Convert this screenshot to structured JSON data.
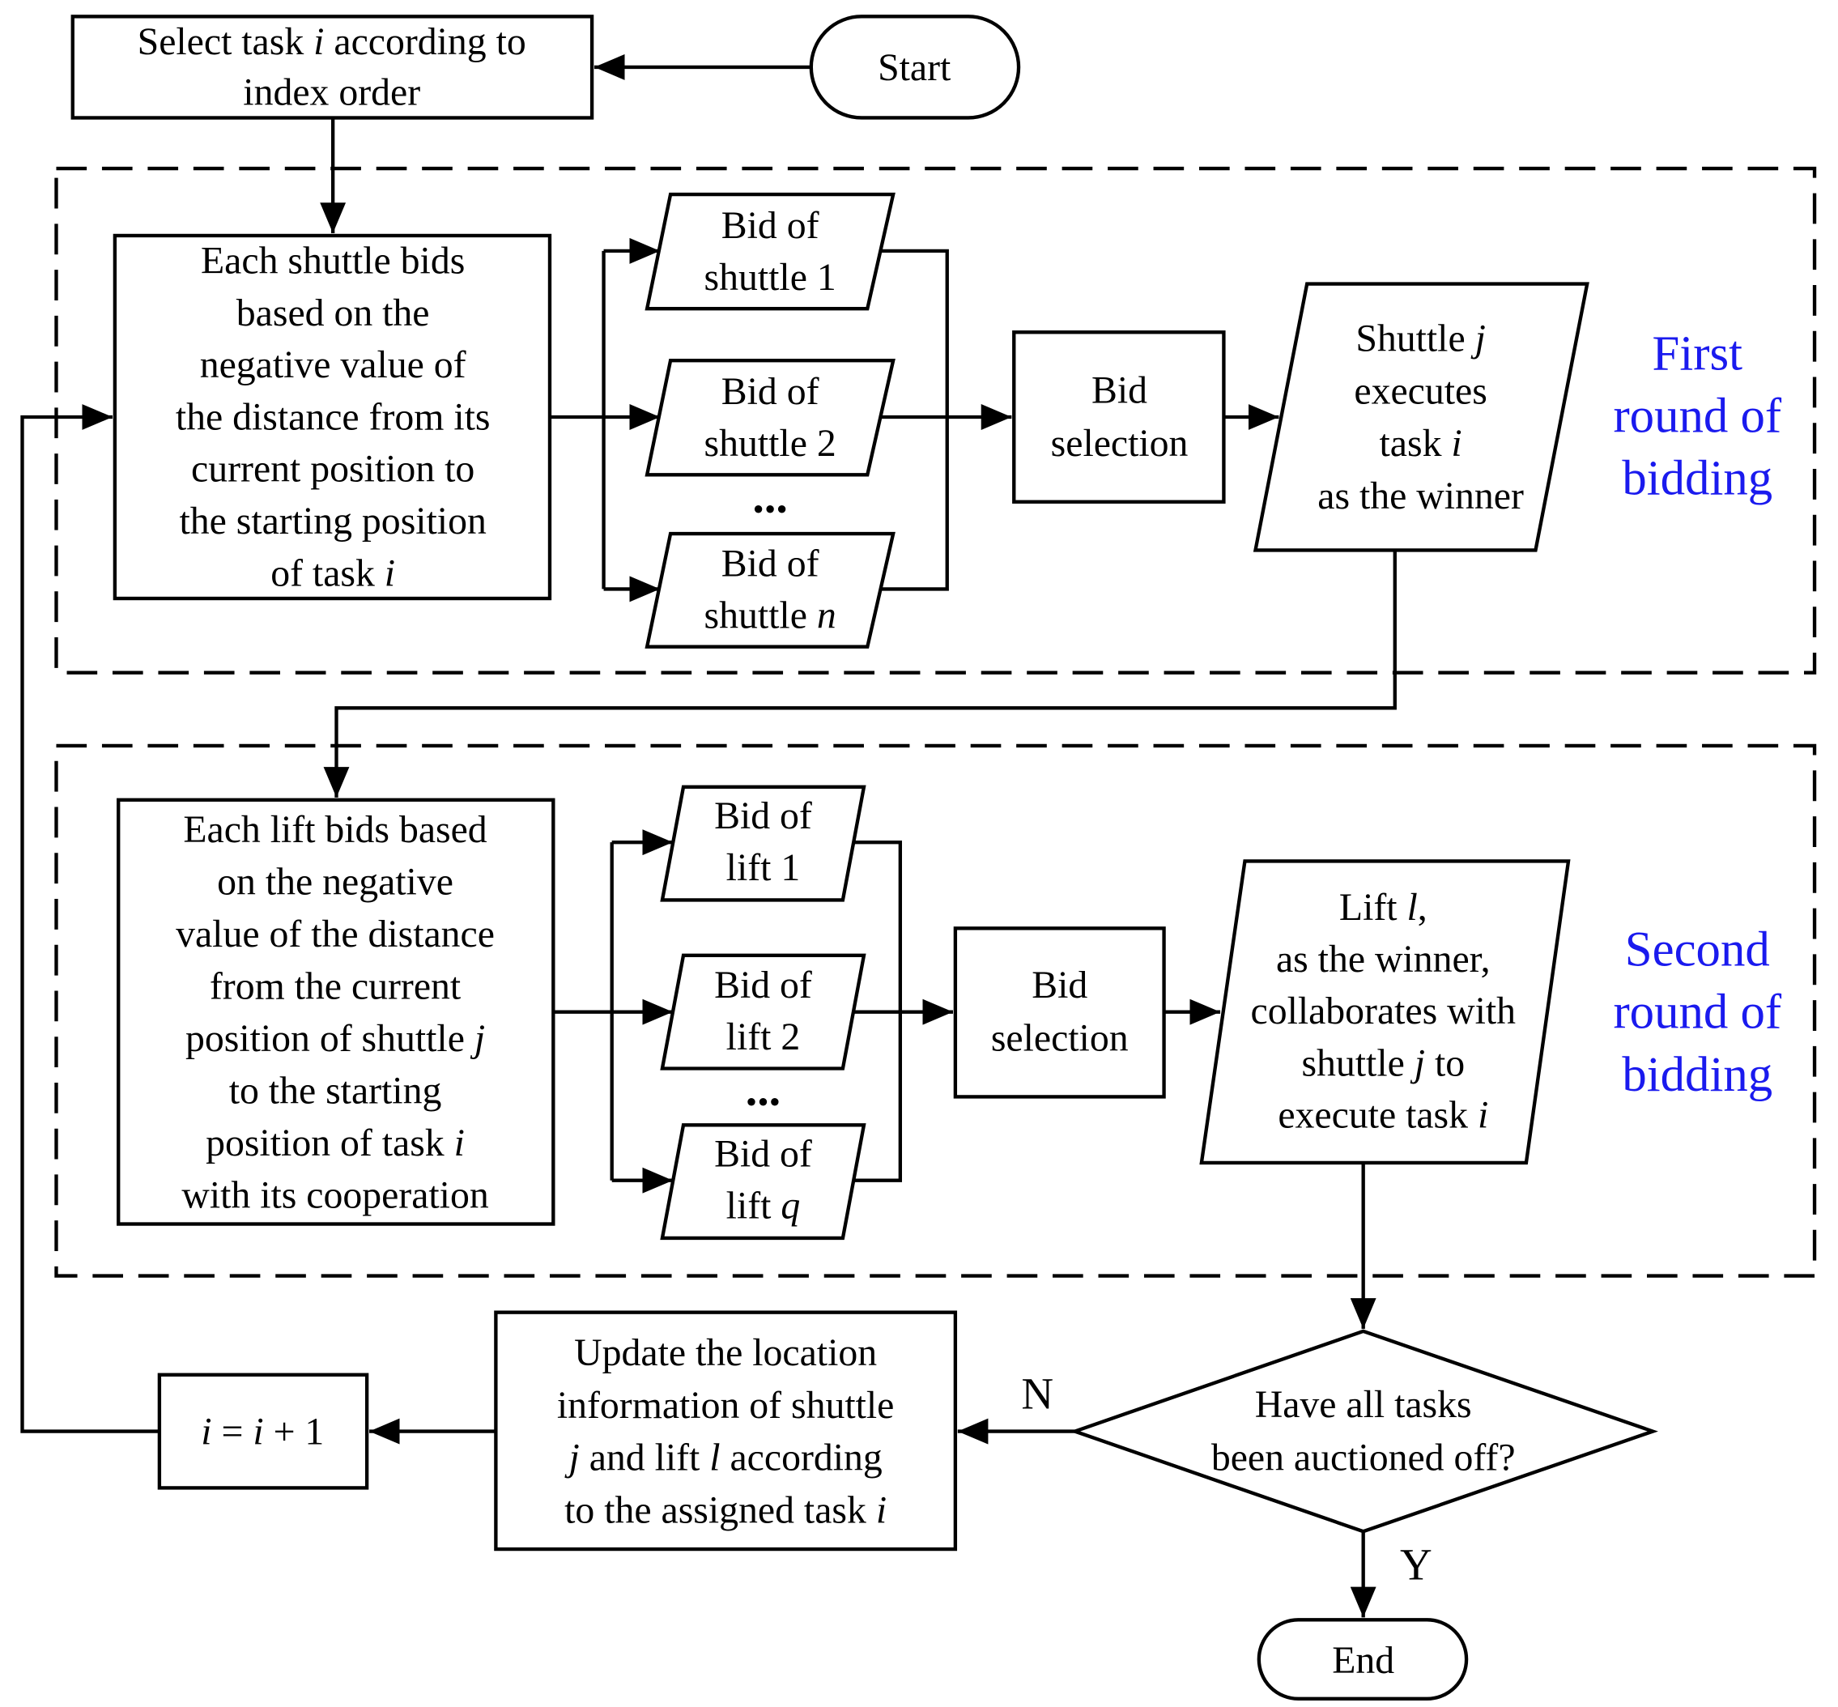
{
  "colors": {
    "stroke": "#000000",
    "round_label": "#1a1aee",
    "background": "#ffffff"
  },
  "nodes": {
    "start": {
      "lines": [
        [
          "Start"
        ]
      ]
    },
    "select_task": {
      "lines": [
        [
          "Select task ",
          "i",
          " according to"
        ],
        [
          "index order"
        ]
      ]
    },
    "shuttle_bids": {
      "lines": [
        [
          "Each shuttle bids"
        ],
        [
          "based on the"
        ],
        [
          "negative value of"
        ],
        [
          "the distance from its"
        ],
        [
          "current position to"
        ],
        [
          "the starting position"
        ],
        [
          "of task ",
          "i"
        ]
      ]
    },
    "bid_shuttle_1": {
      "lines": [
        [
          "Bid of"
        ],
        [
          "shuttle 1"
        ]
      ]
    },
    "bid_shuttle_2": {
      "lines": [
        [
          "Bid of"
        ],
        [
          "shuttle 2"
        ]
      ]
    },
    "shuttle_ellipsis": {
      "lines": [
        [
          "..."
        ]
      ]
    },
    "bid_shuttle_n": {
      "lines": [
        [
          "Bid of"
        ],
        [
          "shuttle ",
          "n"
        ]
      ]
    },
    "bid_selection_1": {
      "lines": [
        [
          "Bid"
        ],
        [
          "selection"
        ]
      ]
    },
    "shuttle_winner": {
      "lines": [
        [
          "Shuttle ",
          "j"
        ],
        [
          "executes"
        ],
        [
          "task ",
          "i"
        ],
        [
          "as the winner"
        ]
      ]
    },
    "lift_bids": {
      "lines": [
        [
          "Each lift bids based"
        ],
        [
          "on the negative"
        ],
        [
          "value of the distance"
        ],
        [
          "from the current"
        ],
        [
          "position of shuttle ",
          "j"
        ],
        [
          "to the starting"
        ],
        [
          "position of task ",
          "i"
        ],
        [
          "with its cooperation"
        ]
      ]
    },
    "bid_lift_1": {
      "lines": [
        [
          "Bid of"
        ],
        [
          "lift 1"
        ]
      ]
    },
    "bid_lift_2": {
      "lines": [
        [
          "Bid of"
        ],
        [
          "lift 2"
        ]
      ]
    },
    "lift_ellipsis": {
      "lines": [
        [
          "..."
        ]
      ]
    },
    "bid_lift_q": {
      "lines": [
        [
          "Bid of"
        ],
        [
          "lift ",
          "q"
        ]
      ]
    },
    "bid_selection_2": {
      "lines": [
        [
          "Bid"
        ],
        [
          "selection"
        ]
      ]
    },
    "lift_winner": {
      "lines": [
        [
          "Lift ",
          "l",
          ","
        ],
        [
          "as the winner,"
        ],
        [
          "collaborates with"
        ],
        [
          "shuttle ",
          "j",
          " to"
        ],
        [
          "execute task ",
          "i"
        ]
      ]
    },
    "all_auctioned": {
      "lines": [
        [
          "Have all tasks"
        ],
        [
          "been auctioned off?"
        ]
      ]
    },
    "update_location": {
      "lines": [
        [
          "Update the location"
        ],
        [
          "information of shuttle"
        ],
        [
          "",
          "j",
          " and lift ",
          "l",
          " according"
        ],
        [
          "to the assigned task ",
          "i"
        ]
      ]
    },
    "increment": {
      "lines": [
        [
          "",
          "i",
          " = ",
          "i",
          " + 1"
        ]
      ]
    },
    "end": {
      "lines": [
        [
          "End"
        ]
      ]
    }
  },
  "round_labels": {
    "first": {
      "lines": [
        [
          "First"
        ],
        [
          "round of"
        ],
        [
          "bidding"
        ]
      ]
    },
    "second": {
      "lines": [
        [
          "Second"
        ],
        [
          "round of"
        ],
        [
          "bidding"
        ]
      ]
    }
  },
  "branch_labels": {
    "no": "N",
    "yes": "Y"
  }
}
